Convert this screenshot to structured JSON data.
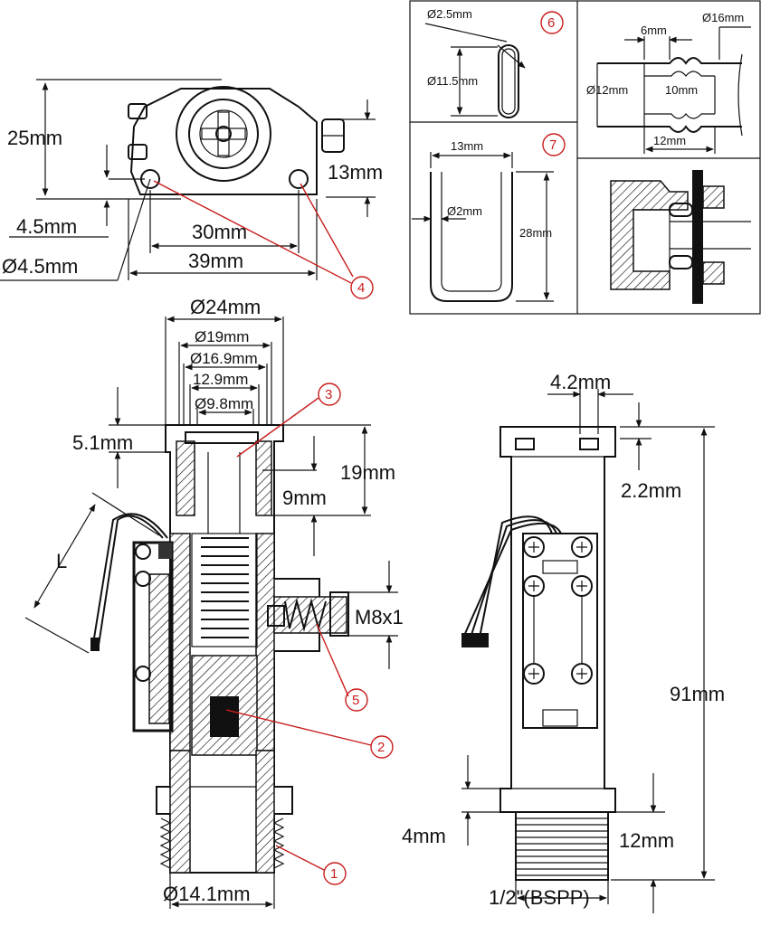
{
  "top_view": {
    "height": "25mm",
    "side_height": "13mm",
    "hole_offset": "4.5mm",
    "hole_dia": "Ø4.5mm",
    "hole_spacing": "30mm",
    "overall_width": "39mm",
    "callout": "4"
  },
  "oring": {
    "cord": "Ø2.5mm",
    "inner": "Ø11.5mm",
    "callout": "6"
  },
  "pipe": {
    "outer": "Ø16mm",
    "groove": "6mm",
    "bore": "Ø12mm",
    "inner_len": "10mm",
    "length": "12mm"
  },
  "clip": {
    "width": "13mm",
    "wire": "Ø2mm",
    "height": "28mm",
    "callout": "7"
  },
  "section": {
    "d24": "Ø24mm",
    "d19": "Ø19mm",
    "d169": "Ø16.9mm",
    "w129": "12.9mm",
    "d98": "Ø9.8mm",
    "flange": "5.1mm",
    "depth19": "19mm",
    "depth9": "9mm",
    "lead": "L",
    "thread": "M8x1",
    "bottom": "Ø14.1mm",
    "callouts": [
      "3",
      "5",
      "2",
      "1"
    ]
  },
  "side_view": {
    "slot": "4.2mm",
    "slot_h": "2.2mm",
    "length": "91mm",
    "flange": "4mm",
    "thread_len": "12mm",
    "thread": "1/2\"(BSPP)"
  }
}
